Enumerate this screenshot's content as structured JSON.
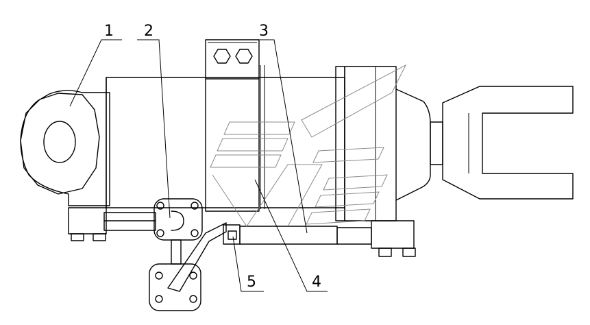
{
  "callouts": [
    {
      "id": "1",
      "label": "1"
    },
    {
      "id": "2",
      "label": "2"
    },
    {
      "id": "3",
      "label": "3"
    },
    {
      "id": "4",
      "label": "4"
    },
    {
      "id": "5",
      "label": "5"
    }
  ],
  "colors": {
    "line": "#000000",
    "watermark": "#8a8a8a",
    "background": "#ffffff"
  }
}
